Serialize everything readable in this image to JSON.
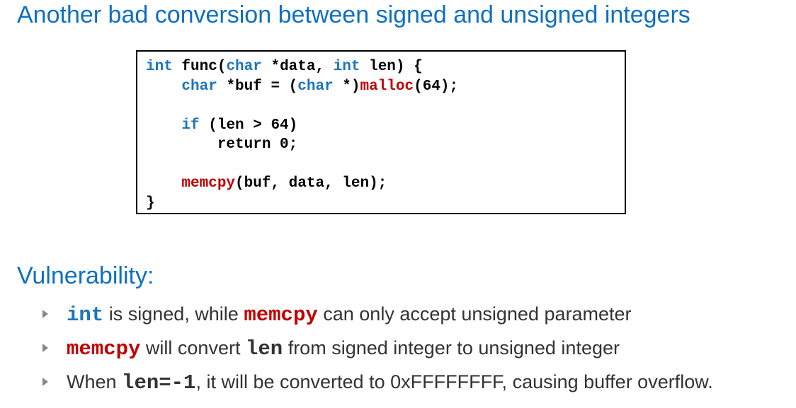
{
  "title": "Another bad conversion between signed and unsigned integers",
  "code": {
    "l1_kw1": "int",
    "l1_a": " func(",
    "l1_kw2": "char",
    "l1_b": " *data, ",
    "l1_kw3": "int",
    "l1_c": " len) {",
    "l2_indent": "    ",
    "l2_kw1": "char",
    "l2_a": " *buf = (",
    "l2_kw2": "char",
    "l2_b": " *)",
    "l2_fn": "malloc",
    "l2_c": "(64);",
    "l3": "",
    "l4_indent": "    ",
    "l4_kw": "if",
    "l4_a": " (len > 64)",
    "l5": "        return 0;",
    "l6": "",
    "l7_indent": "    ",
    "l7_fn": "memcpy",
    "l7_a": "(buf, data, len);",
    "l8": "}"
  },
  "section": {
    "title": "Vulnerability:"
  },
  "bullets": {
    "b1": {
      "code1": "int",
      "text1": " is signed, while ",
      "code2": "memcpy",
      "text2": " can only accept unsigned parameter"
    },
    "b2": {
      "code1": "memcpy",
      "text1": " will convert ",
      "code2": "len",
      "text2": " from signed integer to unsigned integer"
    },
    "b3": {
      "text1": "When ",
      "code1": "len=-1",
      "text2": ", it will be converted to 0xFFFFFFFF, causing buffer overflow."
    }
  }
}
